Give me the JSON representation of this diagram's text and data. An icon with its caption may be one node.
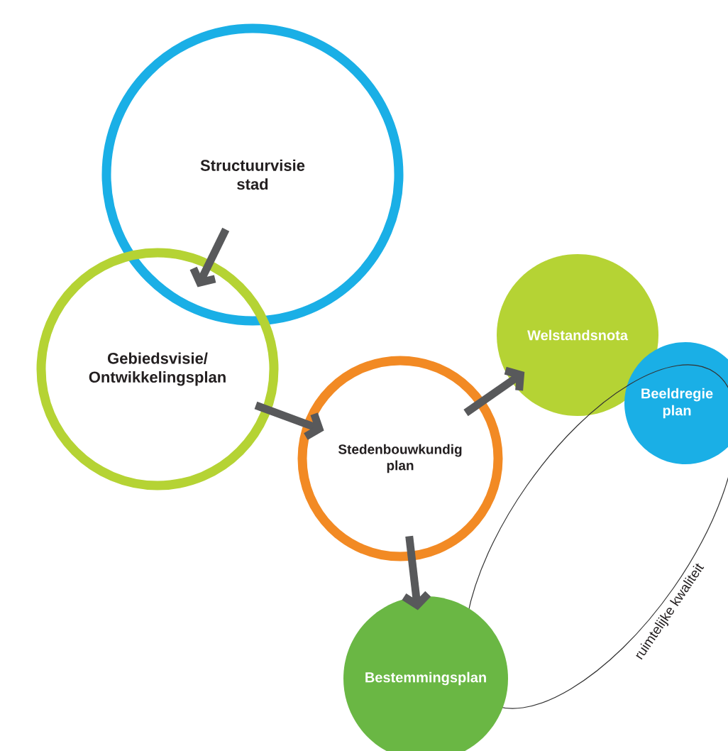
{
  "diagram": {
    "nodes": [
      {
        "text": [
          "Structuurvisie stad"
        ]
      },
      {
        "text": [
          "Gebiedsvisie/ Ontwikkelingsplan"
        ]
      },
      {
        "text": [
          "Welstandsnota"
        ]
      },
      {
        "text": [
          "Stedenbouwkundig plan"
        ]
      },
      {
        "text": [
          "Beeldregie plan"
        ]
      },
      {
        "text": [
          "ruimtelijke kwaliteit"
        ]
      },
      {
        "text": [
          "Bestemmingsplan"
        ]
      }
    ],
    "edges": [
      {
        "from": 0,
        "to": 1,
        "arrow": "to"
      },
      {
        "from": 1,
        "to": 3,
        "arrow": "to"
      },
      {
        "from": 3,
        "to": 2,
        "arrow": "to"
      },
      {
        "from": 3,
        "to": 6,
        "arrow": "to"
      }
    ]
  }
}
